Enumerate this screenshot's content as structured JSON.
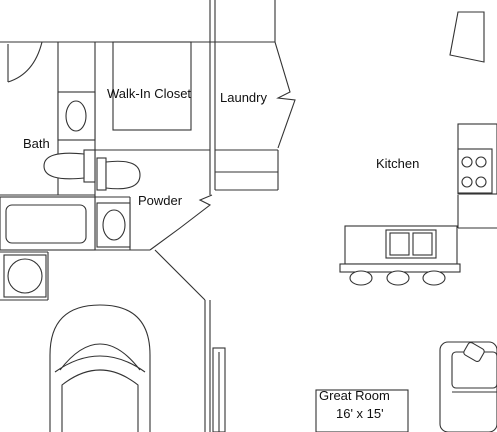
{
  "rooms": {
    "walk_in_closet": "Walk-In Closet",
    "laundry": "Laundry",
    "bath": "Bath",
    "powder": "Powder",
    "kitchen": "Kitchen",
    "great_room": "Great Room",
    "great_room_size": "16' x 15'"
  },
  "line_color": "#333333",
  "background": "#ffffff"
}
